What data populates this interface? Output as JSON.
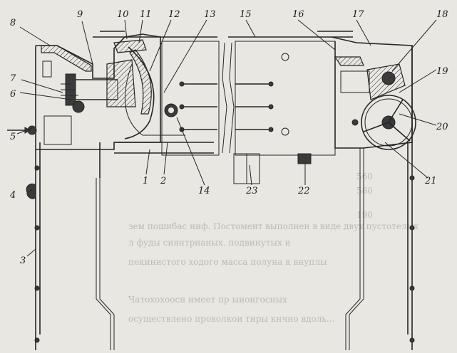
{
  "figure": {
    "callouts": [
      {
        "id": "c1",
        "label": "1"
      },
      {
        "id": "c2",
        "label": "2"
      },
      {
        "id": "c3",
        "label": "3"
      },
      {
        "id": "c4",
        "label": "4"
      },
      {
        "id": "c5",
        "label": "5"
      },
      {
        "id": "c6",
        "label": "6"
      },
      {
        "id": "c7",
        "label": "7"
      },
      {
        "id": "c8",
        "label": "8"
      },
      {
        "id": "c9",
        "label": "9"
      },
      {
        "id": "c10",
        "label": "10"
      },
      {
        "id": "c11",
        "label": "11"
      },
      {
        "id": "c12",
        "label": "12"
      },
      {
        "id": "c13",
        "label": "13"
      },
      {
        "id": "c14",
        "label": "14"
      },
      {
        "id": "c15",
        "label": "15"
      },
      {
        "id": "c16",
        "label": "16"
      },
      {
        "id": "c17",
        "label": "17"
      },
      {
        "id": "c18",
        "label": "18"
      },
      {
        "id": "c19",
        "label": "19"
      },
      {
        "id": "c20",
        "label": "20"
      },
      {
        "id": "c21",
        "label": "21"
      },
      {
        "id": "c22",
        "label": "22"
      },
      {
        "id": "c23",
        "label": "23"
      }
    ],
    "margin_numbers": [
      "560",
      "580",
      "190"
    ],
    "bleed_through": [
      "зем пошибас ниф. Постомент выполнен в виде двух пустотелых",
      "л фуды сиянтрнаных. подвинутых и",
      "пекинистого ходого масса полуна к внуплы",
      "Чатохохоосн имеет пр ыиоигосных",
      "осуществлено проволкои тиры кнчно вдоль..."
    ]
  }
}
